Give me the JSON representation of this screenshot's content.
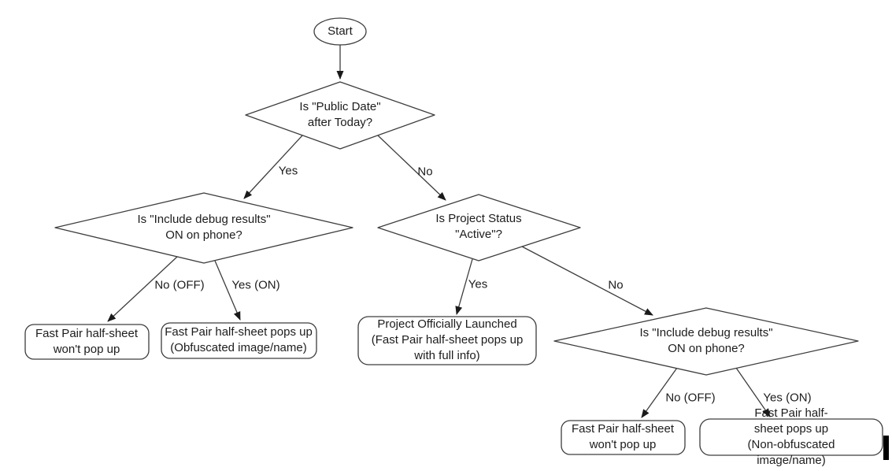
{
  "nodes": {
    "start": {
      "label": "Start"
    },
    "decision_public_date": {
      "label": "Is \"Public Date\"\nafter Today?"
    },
    "decision_debug_left": {
      "label": "Is \"Include debug results\"\nON on phone?"
    },
    "decision_project_status": {
      "label": "Is Project Status\n\"Active\"?"
    },
    "decision_debug_right": {
      "label": "Is \"Include debug results\"\nON on phone?"
    },
    "result_no_popup_left": {
      "label": "Fast Pair half-sheet\nwon't pop up"
    },
    "result_obfuscated": {
      "label": "Fast Pair half-sheet pops up\n(Obfuscated image/name)"
    },
    "result_launched": {
      "label": "Project Officially Launched\n(Fast Pair half-sheet pops up\nwith full info)"
    },
    "result_no_popup_right": {
      "label": "Fast Pair half-sheet\nwon't pop up"
    },
    "result_non_obfuscated": {
      "label": "Fast Pair half-sheet pops up\n(Non-obfuscated image/name)"
    }
  },
  "edges": {
    "public_date_yes": "Yes",
    "public_date_no": "No",
    "debug_left_no": "No (OFF)",
    "debug_left_yes": "Yes (ON)",
    "project_status_yes": "Yes",
    "project_status_no": "No",
    "debug_right_no": "No (OFF)",
    "debug_right_yes": "Yes (ON)"
  },
  "colors": {
    "line": "#3d3d3d",
    "text": "#1c1c1c",
    "node_fill": "#ffffff",
    "cursor": "#000000"
  }
}
